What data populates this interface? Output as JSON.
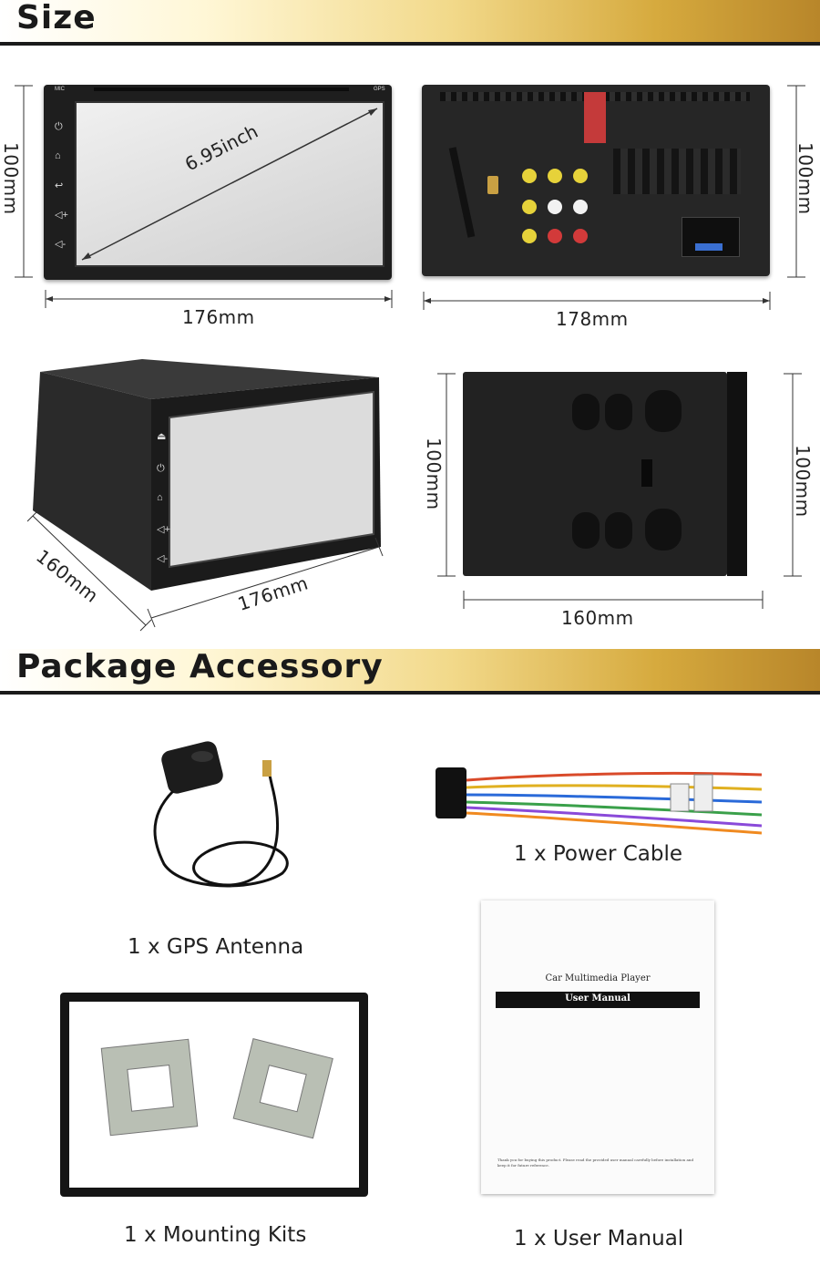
{
  "sections": {
    "size_title": "Size",
    "accessory_title": "Package Accessory"
  },
  "size": {
    "front_width": "176mm",
    "front_height": "100mm",
    "diagonal": "6.95inch",
    "back_width": "178mm",
    "back_height": "100mm",
    "iso_depth": "160mm",
    "iso_width": "176mm",
    "side_height_left": "100mm",
    "side_height_right": "100mm",
    "side_depth": "160mm"
  },
  "accessories": {
    "power_cable": "1 x Power Cable",
    "gps_antenna": "1 x GPS Antenna",
    "mounting_kits": "1 x Mounting Kits",
    "user_manual": "1 x User Manual"
  },
  "manual": {
    "subtitle": "Car Multimedia Player",
    "title": "User Manual",
    "footer": "Thank you for buying this product. Please read the provided user manual carefully before installation and keep it for future reference."
  },
  "front_panel": {
    "left_label": "MIC",
    "right_label": "GPS"
  }
}
